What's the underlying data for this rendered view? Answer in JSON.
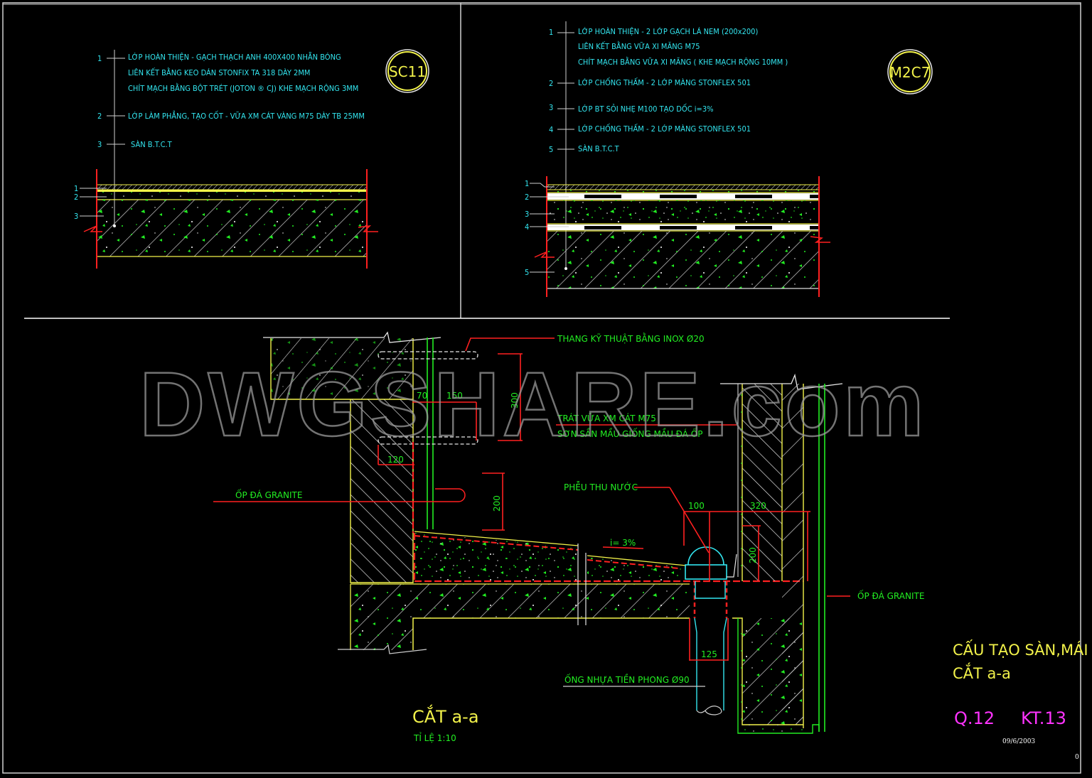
{
  "sheet": {
    "title_line1": "CẤU TẠO SÀN,MÁI",
    "title_line2": "CẮT a-a",
    "code_left": "Q.12",
    "code_right": "KT.13",
    "date": "09/6/2003",
    "page_number": "0"
  },
  "watermark": {
    "text": "DWGSHARE.com"
  },
  "detail_sc11": {
    "tag": "SC11",
    "notes": [
      {
        "num": "1",
        "lines": [
          "LỚP HOÀN THIỆN - GẠCH THẠCH ANH 400X400 NHẴN BÓNG",
          "LIÊN KẾT BẰNG KEO DÁN STONFIX TA 318 DÀY 2MM",
          "CHÍT MẠCH BẰNG BỘT TRÉT (JOTON ® CJ) KHE MẠCH RỘNG 3MM"
        ]
      },
      {
        "num": "2",
        "lines": [
          "LỚP LÀM PHẲNG, TẠO CỐT - VỮA XM CÁT VÀNG M75 DÀY TB 25MM"
        ]
      },
      {
        "num": "3",
        "lines": [
          "SÀN B.T.C.T"
        ]
      }
    ],
    "section_labels": [
      "1",
      "2",
      "3"
    ]
  },
  "detail_m2c7": {
    "tag": "M2C7",
    "notes": [
      {
        "num": "1",
        "lines": [
          "LỚP HOÀN THIỆN - 2 LỚP GẠCH LÁ NEM (200x200)",
          "LIÊN KẾT BẰNG VỮA XI MĂNG M75",
          "CHÍT MẠCH BẰNG VỮA XI MĂNG ( KHE MẠCH RỘNG 10MM )"
        ]
      },
      {
        "num": "2",
        "lines": [
          "LỚP CHỐNG THẤM - 2 LỚP MÀNG STONFLEX 501"
        ]
      },
      {
        "num": "3",
        "lines": [
          "LỚP  BT SỎI NHẸ M100 TẠO DỐC i=3%"
        ]
      },
      {
        "num": "4",
        "lines": [
          "LỚP CHỐNG THẤM - 2 LỚP MÀNG STONFLEX 501"
        ]
      },
      {
        "num": "5",
        "lines": [
          "SÀN B.T.C.T"
        ]
      }
    ],
    "section_labels": [
      "1",
      "2",
      "3",
      "4",
      "5"
    ]
  },
  "section_aa": {
    "title": "CẮT a-a",
    "scale": "TỈ LỆ 1:10",
    "callouts": {
      "ladder": "THANG KỸ THUẬT BẰNG INOX Ø20",
      "plaster_1": "TRÁT VỮA XM CÁT M75",
      "plaster_2": "SƠN SẦN MẦU GIỐNG MẦU ĐÁ ỐP",
      "granite_left": "ỐP ĐÁ GRANITE",
      "granite_right": "ỐP ĐÁ GRANITE",
      "drain": "PHỄU THU NƯỚC",
      "pipe": "ỐNG NHỰA TIỀN PHONG Ø90",
      "slope": "i=  3%"
    },
    "dimensions": {
      "d70": "70",
      "d150": "150",
      "d300": "300",
      "d120": "120",
      "d200_left": "200",
      "d100": "100",
      "d320": "320",
      "d200_right": "200",
      "d125": "125"
    }
  },
  "colors": {
    "background": "#000000",
    "note_text": "#33e6f0",
    "callout_text": "#22ee22",
    "title_text": "#f2f24a",
    "code_text": "#ff33ff",
    "dimension_line": "#ff2020",
    "outline": "#f2f24a",
    "hatch": "#cfcfcf"
  }
}
